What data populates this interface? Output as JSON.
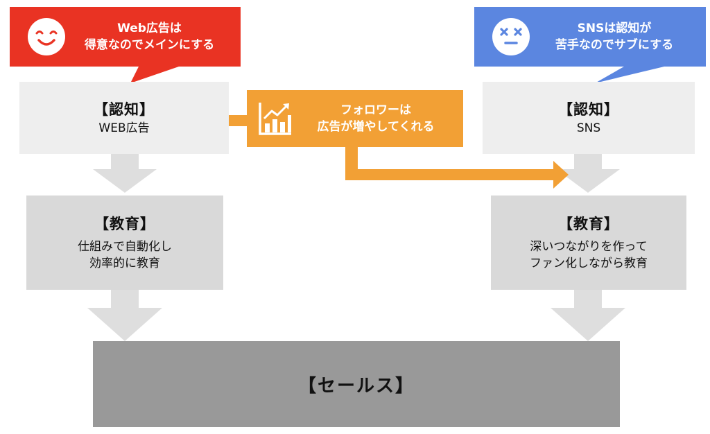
{
  "left_bubble": {
    "line1": "Web広告は",
    "line2": "得意なのでメインにする",
    "color": "#e93323",
    "icon": "smiling-face-icon"
  },
  "right_bubble": {
    "line1": "SNSは認知が",
    "line2": "苦手なのでサブにする",
    "color": "#5b86e0",
    "icon": "dizzy-face-icon"
  },
  "left_awareness": {
    "title": "【認知】",
    "body": "WEB広告"
  },
  "right_awareness": {
    "title": "【認知】",
    "body": "SNS"
  },
  "left_education": {
    "title": "【教育】",
    "line1": "仕組みで自動化し",
    "line2": "効率的に教育"
  },
  "right_education": {
    "title": "【教育】",
    "line1": "深いつながりを作って",
    "line2": "ファン化しながら教育"
  },
  "callout": {
    "line1": "フォロワーは",
    "line2": "広告が増やしてくれる",
    "color": "#f2a035",
    "icon": "growth-chart-icon"
  },
  "sales": {
    "label": "【セールス】"
  },
  "colors": {
    "awareness_box": "#eeeeee",
    "education_box": "#d9d9d9",
    "sales_box": "#999999",
    "arrow": "#dedede"
  }
}
